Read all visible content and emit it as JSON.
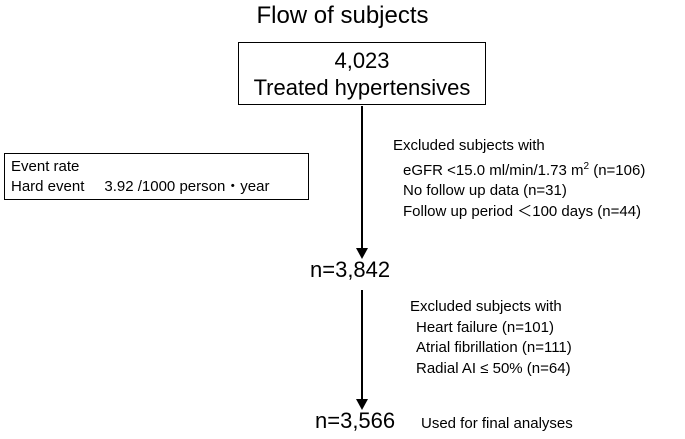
{
  "title": "Flow of subjects",
  "top_box": {
    "count": "4,023",
    "label": "Treated hypertensives"
  },
  "event_box": {
    "heading": "Event rate",
    "row_label": "Hard event",
    "row_value": "3.92 /1000 person・year"
  },
  "exclusion_1": {
    "heading": "Excluded subjects with",
    "egfr_prefix": "eGFR <15.0 ml/min/1.73 m",
    "egfr_sup": "2",
    "egfr_suffix": " (n=106)",
    "item_2": "No follow up data (n=31)",
    "item_3": "Follow up period ＜100 days (n=44)"
  },
  "middle_count": "n=3,842",
  "exclusion_2": {
    "heading": "Excluded subjects with",
    "items": [
      "Heart failure (n=101)",
      "Atrial fibrillation (n=111)",
      "Radial AI ≤ 50% (n=64)"
    ]
  },
  "final_count": "n=3,566",
  "final_label": "Used for final analyses"
}
